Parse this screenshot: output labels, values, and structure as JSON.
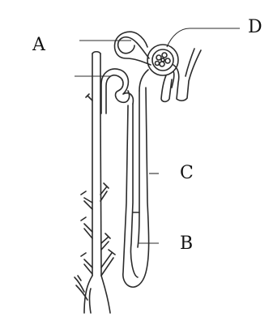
{
  "labels": {
    "a": "A",
    "b": "B",
    "c": "C",
    "d": "D"
  },
  "colors": {
    "line": "#2b2b2b",
    "text": "#111111",
    "background": "#ffffff"
  }
}
